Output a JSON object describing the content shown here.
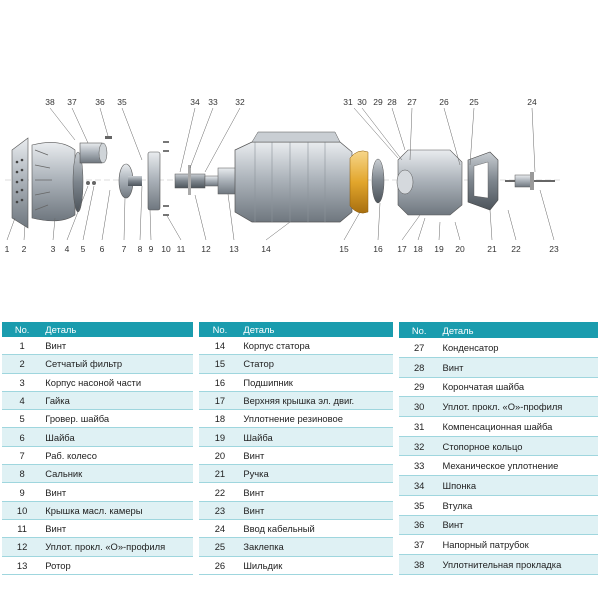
{
  "table": {
    "header_no": "No.",
    "header_part": "Деталь",
    "columns": [
      [
        {
          "no": "1",
          "name": "Винт"
        },
        {
          "no": "2",
          "name": "Сетчатый фильтр"
        },
        {
          "no": "3",
          "name": "Корпус насоной части"
        },
        {
          "no": "4",
          "name": "Гайка"
        },
        {
          "no": "5",
          "name": "Гровер. шайба"
        },
        {
          "no": "6",
          "name": "Шайба"
        },
        {
          "no": "7",
          "name": "Раб. колесо"
        },
        {
          "no": "8",
          "name": "Сальник"
        },
        {
          "no": "9",
          "name": "Винт"
        },
        {
          "no": "10",
          "name": "Крышка масл. камеры"
        },
        {
          "no": "11",
          "name": "Винт"
        },
        {
          "no": "12",
          "name": "Уплот. прокл. «О»-профиля"
        },
        {
          "no": "13",
          "name": "Ротор"
        }
      ],
      [
        {
          "no": "14",
          "name": "Корпус статора"
        },
        {
          "no": "15",
          "name": "Статор"
        },
        {
          "no": "16",
          "name": "Подшипник"
        },
        {
          "no": "17",
          "name": "Верхняя крышка эл. двиг."
        },
        {
          "no": "18",
          "name": "Уплотнение резиновое"
        },
        {
          "no": "19",
          "name": "Шайба"
        },
        {
          "no": "20",
          "name": "Винт"
        },
        {
          "no": "21",
          "name": "Ручка"
        },
        {
          "no": "22",
          "name": "Винт"
        },
        {
          "no": "23",
          "name": "Винт"
        },
        {
          "no": "24",
          "name": "Ввод кабельный"
        },
        {
          "no": "25",
          "name": "Заклепка"
        },
        {
          "no": "26",
          "name": "Шильдик"
        }
      ],
      [
        {
          "no": "27",
          "name": "Конденсатор"
        },
        {
          "no": "28",
          "name": "Винт"
        },
        {
          "no": "29",
          "name": "Корончатая шайба"
        },
        {
          "no": "30",
          "name": "Уплот. прокл. «О»-профиля"
        },
        {
          "no": "31",
          "name": "Компенсационная шайба"
        },
        {
          "no": "32",
          "name": "Стопорное кольцо"
        },
        {
          "no": "33",
          "name": "Механическое уплотнение"
        },
        {
          "no": "34",
          "name": "Шпонка"
        },
        {
          "no": "35",
          "name": "Втулка"
        },
        {
          "no": "36",
          "name": "Винт"
        },
        {
          "no": "37",
          "name": "Напорный патрубок"
        },
        {
          "no": "38",
          "name": "Уплотнительная прокладка"
        }
      ]
    ]
  },
  "callouts_top": [
    "38",
    "37",
    "36",
    "35",
    "34",
    "33",
    "32",
    "31",
    "30",
    "29",
    "28",
    "27",
    "26",
    "25",
    "24"
  ],
  "callouts_bottom": [
    "1",
    "2",
    "3",
    "4",
    "5",
    "6",
    "7",
    "8",
    "9",
    "10",
    "11",
    "12",
    "13",
    "14",
    "15",
    "16",
    "17",
    "18",
    "19",
    "20",
    "21",
    "22",
    "23"
  ],
  "colors": {
    "accent": "#1a9cae",
    "row_alt": "#dff1f4",
    "metal": "#b8bec4",
    "stator_band": "#e2a62c"
  }
}
